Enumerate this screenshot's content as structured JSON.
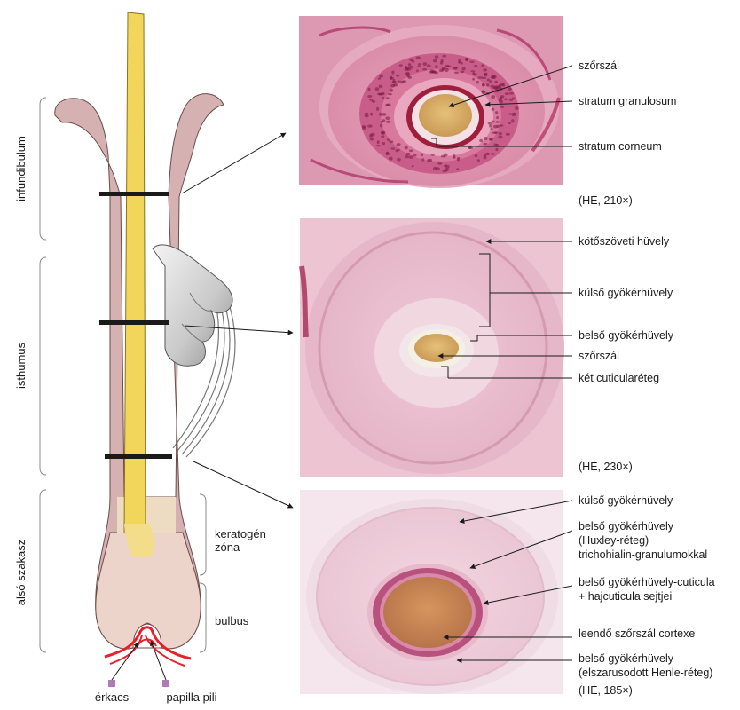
{
  "left_diagram": {
    "regions": {
      "infundibulum": "infundibulum",
      "isthmus": "isthumus",
      "lower": "alsó szakasz"
    },
    "zones": {
      "keratogen_line1": "keratogén",
      "keratogen_line2": "zóna",
      "bulb": "bulbus"
    },
    "bottom": {
      "vessel": "érkacs",
      "papilla": "papilla pili"
    }
  },
  "panel_1": {
    "labels": [
      "szőrszál",
      "stratum granulosum",
      "stratum corneum"
    ],
    "stain": "(HE, 210×)"
  },
  "panel_2": {
    "labels": [
      "kötőszöveti hüvely",
      "külső gyökérhüvely",
      "belső gyökérhüvely",
      "szőrszál",
      "két cuticularéteg"
    ],
    "stain": "(HE, 230×)"
  },
  "panel_3": {
    "labels": [
      "külső gyökérhüvely",
      "belső gyökérhüvely",
      "(Huxley-réteg)",
      "trichohialin-granulumokkal",
      "belső gyökérhüvely-cuticula",
      "+ hajcuticula sejtjei",
      "leendő szőrszál cortexe",
      "belső gyökérhüvely",
      "(elszarusodott Henle-réteg)"
    ],
    "stain": "(HE, 185×)"
  },
  "colors": {
    "hair_shaft": "#f2d65c",
    "root_sheath": "#d9b3b3",
    "bulb": "#ead2c8",
    "tissue_pink": "#d98aa8",
    "tissue_dark": "#b03a6e",
    "vessel_red": "#e8202a",
    "marker_purple": "#b07ab8"
  }
}
